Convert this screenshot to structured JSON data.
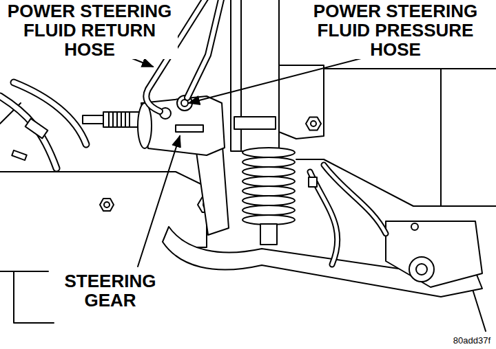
{
  "diagram": {
    "labels": [
      "POWER STEERING FLUID RETURN HOSE",
      "POWER STEERING FLUID PRESSURE HOSE",
      "STEERING GEAR",
      "80add37f"
    ]
  }
}
